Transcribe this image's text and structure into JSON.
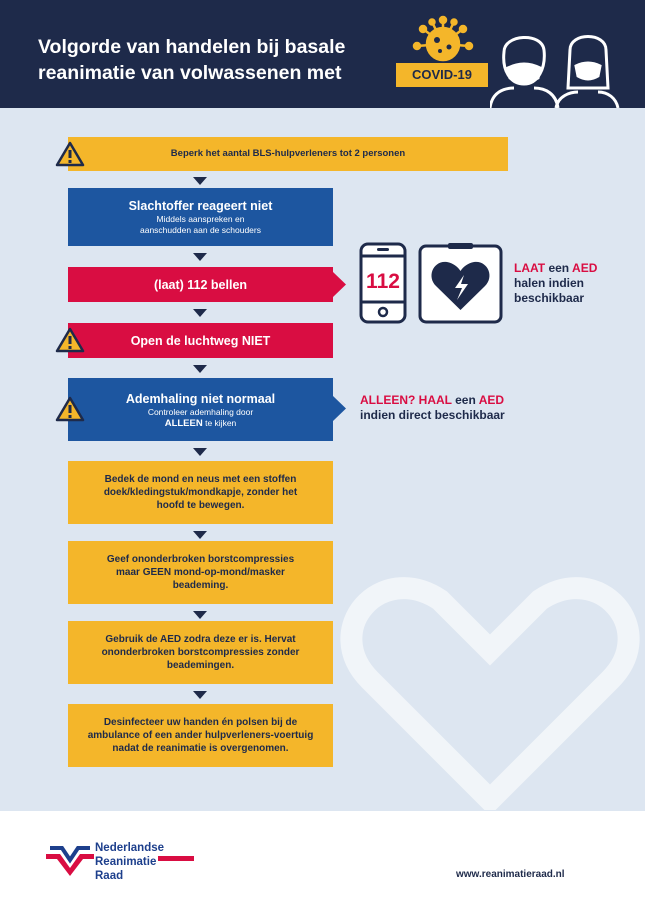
{
  "header": {
    "title": "Volgorde van handelen bij basale reanimatie van volwassenen met",
    "badge": "COVID-19",
    "colors": {
      "navy": "#1e2a4a",
      "yellow": "#f4b62a",
      "blue": "#1d56a0",
      "red": "#d90d42",
      "panel": "#dde6f1"
    }
  },
  "steps": {
    "limit": "Beperk het aantal BLS-hulpverleners tot 2 personen",
    "no_response_title": "Slachtoffer reageert niet",
    "no_response_sub": "Middels aanspreken en aanschudden aan de schouders",
    "call": "(laat) 112 bellen",
    "airway": "Open de luchtweg NIET",
    "breathing_title": "Ademhaling niet normaal",
    "breathing_sub_1": "Controleer ademhaling door",
    "breathing_sub_strong": "ALLEEN",
    "breathing_sub_2": "te kijken",
    "cover": "Bedek de mond en neus met een stoffen doek/kledingstuk/mondkapje, zonder het hoofd te bewegen.",
    "compressions": "Geef ononderbroken borstcompressies maar GEEN mond-op-mond/masker beademing.",
    "aed": "Gebruik de AED zodra deze er is. Hervat ononderbroken borstcompressies zonder beademingen.",
    "disinfect": "Desinfecteer uw handen én polsen bij de ambulance of een ander hulpverleners-voertuig nadat de reanimatie is overgenomen."
  },
  "side": {
    "phone_number": "112",
    "laat_hl": "LAAT",
    "laat_mid": "een",
    "laat_aed": "AED",
    "laat_rest": "halen indien beschikbaar",
    "alone_hl": "ALLEEN? HAAL",
    "alone_mid": "een",
    "alone_aed": "AED",
    "alone_rest": "indien direct beschikbaar"
  },
  "icons": [
    "warning-icon",
    "phone-icon",
    "aed-heart-icon",
    "virus-icon",
    "masked-people-icon",
    "heart-decoration"
  ],
  "footer": {
    "logo_line1": "Nederlandse",
    "logo_line2": "Reanimatie",
    "logo_line3": "Raad",
    "url": "www.reanimatieraad.nl"
  }
}
